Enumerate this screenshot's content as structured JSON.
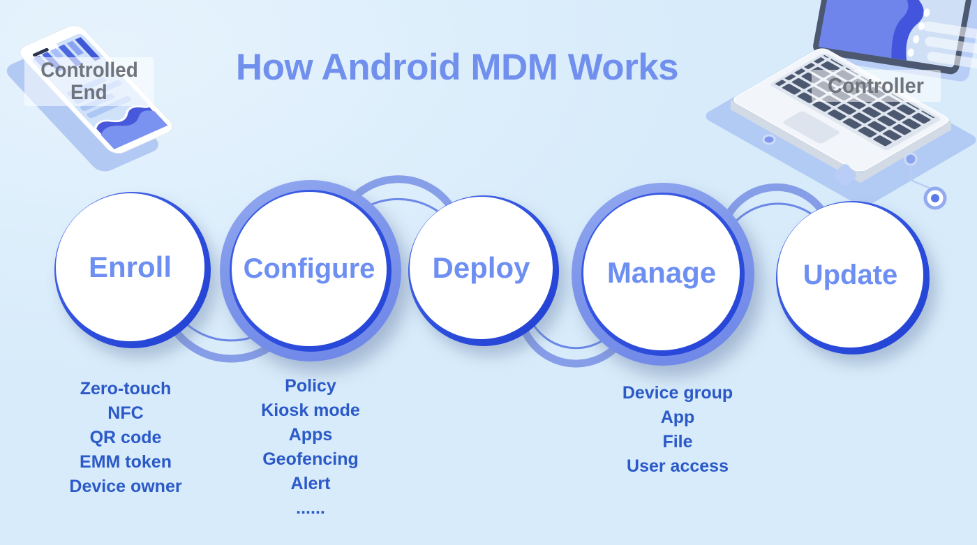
{
  "title": "How Android MDM Works",
  "device_labels": {
    "controlled_end_line1": "Controlled",
    "controlled_end_line2": "End",
    "controller": "Controller"
  },
  "steps": [
    {
      "label": "Enroll",
      "items": [
        "Zero-touch",
        "NFC",
        "QR code",
        "EMM token",
        "Device owner"
      ]
    },
    {
      "label": "Configure",
      "items": [
        "Policy",
        "Kiosk mode",
        "Apps",
        "Geofencing",
        "Alert",
        "......"
      ]
    },
    {
      "label": "Deploy",
      "items": []
    },
    {
      "label": "Manage",
      "items": [
        "Device group",
        "App",
        "File",
        "User access"
      ]
    },
    {
      "label": "Update",
      "items": []
    }
  ],
  "colors": {
    "background": "#d7ebfa",
    "title_text": "#7190ee",
    "step_label_text": "#6e8ff2",
    "list_text": "#2b59c7",
    "circle_border_dark": "#2c4cdb",
    "ring_medium": "#7d95ea",
    "arc_band": "#7289e4",
    "device_label_text": "#6e737c",
    "illustration_dark": "#4c5870",
    "illustration_blue": "#4a5ee0",
    "illustration_shadow": "#a9c2f2"
  }
}
